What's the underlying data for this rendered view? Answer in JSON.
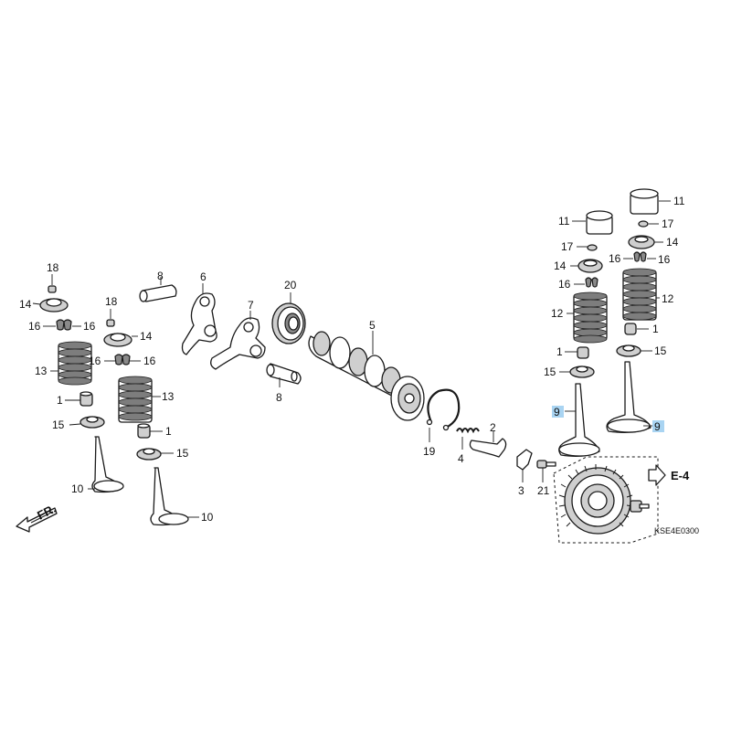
{
  "labels": {
    "p1": "1",
    "p2": "2",
    "p3": "3",
    "p4": "4",
    "p5": "5",
    "p6": "6",
    "p7": "7",
    "p8": "8",
    "p9": "9",
    "p10": "10",
    "p11": "11",
    "p12": "12",
    "p13": "13",
    "p14": "14",
    "p15": "15",
    "p16": "16",
    "p17": "17",
    "p18": "18",
    "p19": "19",
    "p20": "20",
    "p21": "21"
  },
  "references": {
    "next_section": "E-4",
    "front_direction": "FR.",
    "diagram_code": "KSE4E0300"
  },
  "colors": {
    "highlight": "#a9d4f2",
    "line": "#1a1a1a"
  }
}
